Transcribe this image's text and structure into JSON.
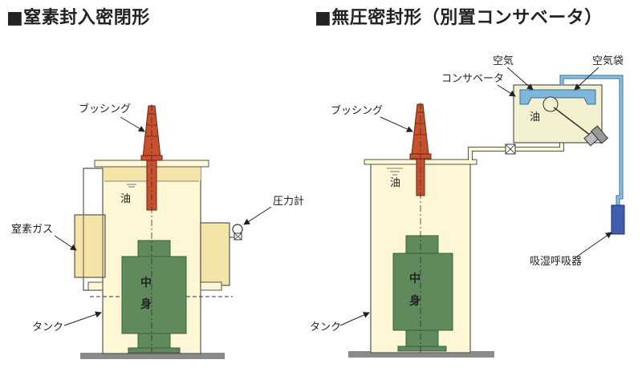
{
  "headings": {
    "left": "■窒素封入密閉形",
    "right": "■無圧密封形（別置コンサベータ）"
  },
  "left_diagram": {
    "bushing": "ブッシング",
    "oil": "油",
    "pressure_gauge": "圧力計",
    "nitrogen_gas": "窒素ガス",
    "tank": "タンク",
    "core_top": "中",
    "core_bottom": "身"
  },
  "right_diagram": {
    "air": "空気",
    "air_bag": "空気袋",
    "conservator": "コンサベータ",
    "bushing": "ブッシング",
    "oil": "油",
    "conservator_oil": "油",
    "breather": "吸湿呼吸器",
    "tank": "タンク",
    "core_top": "中",
    "core_bottom": "身"
  },
  "colors": {
    "tank_fill": "#fdf7d6",
    "gas_fill": "#f5e4a8",
    "core_fill": "#5f8a5c",
    "bushing_fill": "#c8502d",
    "conservator_fill": "#f3f0d0",
    "airbag_fill": "#7fb6d9",
    "pipe_fill": "#8cc0e0",
    "base_fill": "#8a8a8a"
  }
}
